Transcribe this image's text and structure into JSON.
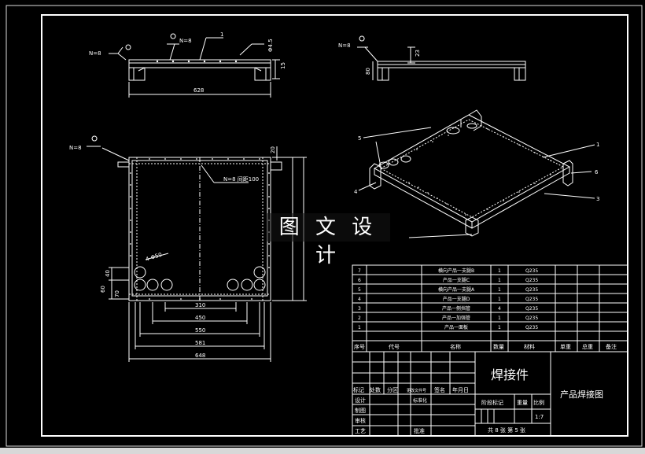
{
  "watermark": "图 文 设 计",
  "views": {
    "front": {
      "label_n": "N=8",
      "label_part": "1",
      "dim_width": "628",
      "dim_height": "15",
      "dim_dia": "Φ4.5"
    },
    "side": {
      "label_n": "N=8",
      "dim_height": "23",
      "dim_side": "80"
    },
    "plan": {
      "label_n": "N=8",
      "weld_note": "N=8 间距100",
      "radius_note": "4-Φ50",
      "dim_top": "20",
      "dim_left_a": "40",
      "dim_left_b": "60",
      "dim_left_c": "70",
      "dims_bottom": [
        "310",
        "450",
        "550",
        "581",
        "648"
      ]
    },
    "iso": {
      "callouts": [
        "5",
        "1",
        "6",
        "4",
        "3"
      ]
    }
  },
  "bom": {
    "header": [
      "序号",
      "代号",
      "名称",
      "数量",
      "材料",
      "单重",
      "总重",
      "备注"
    ],
    "rows": [
      {
        "no": "7",
        "name": "横向产品一支腿B",
        "qty": "1",
        "mat": "Q235"
      },
      {
        "no": "6",
        "name": "产品一支腿C",
        "qty": "1",
        "mat": "Q235"
      },
      {
        "no": "5",
        "name": "横向产品一支腿A",
        "qty": "1",
        "mat": "Q235"
      },
      {
        "no": "4",
        "name": "产品一支腿D",
        "qty": "1",
        "mat": "Q235"
      },
      {
        "no": "3",
        "name": "产品一侧挡管",
        "qty": "4",
        "mat": "Q235"
      },
      {
        "no": "2",
        "name": "产品一加强管",
        "qty": "1",
        "mat": "Q235"
      },
      {
        "no": "1",
        "name": "产品一面板",
        "qty": "1",
        "mat": "Q235"
      }
    ]
  },
  "title_block": {
    "part_name": "焊接件",
    "drawing_name": "产品焊接图",
    "rev_labels": [
      "标记",
      "处数",
      "分区",
      "更改文件号",
      "签名",
      "年月日"
    ],
    "role_labels": [
      "设计",
      "制图",
      "审核",
      "工艺",
      "批准"
    ],
    "std_label": "标准化",
    "stage_label": "阶段标记",
    "weight_label": "重量",
    "scale_label": "比例",
    "scale_value": "1:7",
    "sheet_info": "共 8 张 第 5 张"
  }
}
